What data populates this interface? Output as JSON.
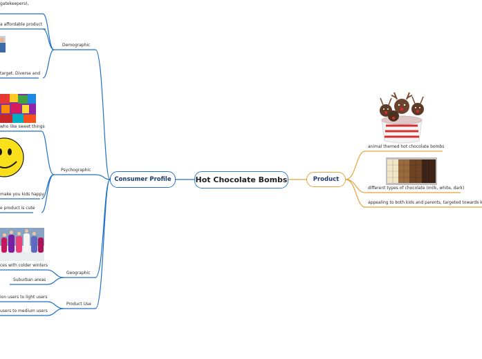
{
  "central": "Hot Chocolate Bombs",
  "consumer_profile": {
    "label": "Consumer Profile",
    "demographic": {
      "label": "Demographic",
      "items": [
        "gatekeepers),",
        "a affordable product",
        "target. Diverse and"
      ]
    },
    "psychographic": {
      "label": "Psychographic",
      "items": [
        "who like sweet things",
        "make you kids happy",
        "e product is cute"
      ]
    },
    "geographic": {
      "label": "Geographic",
      "items": [
        "ces with colder winters",
        "Suburban areas"
      ]
    },
    "product_use": {
      "label": "Product Use",
      "items": [
        "ion users to light users",
        "users to medium users"
      ]
    }
  },
  "product": {
    "label": "Product",
    "items": [
      "animal themed hot chocolate bombs",
      "different types of chocolate (milk, white, dark)",
      "appealing to both kids and parents, targeted towards kids"
    ]
  },
  "colors": {
    "left_branch": "#1f6fc7",
    "right_branch": "#e8a23a",
    "central_border": "#2f7fc6"
  },
  "images": [
    "kids-photo",
    "candy-photo",
    "smiley-face",
    "winter-kids-photo",
    "reindeer-cocoa-bombs",
    "chocolate-bars"
  ]
}
